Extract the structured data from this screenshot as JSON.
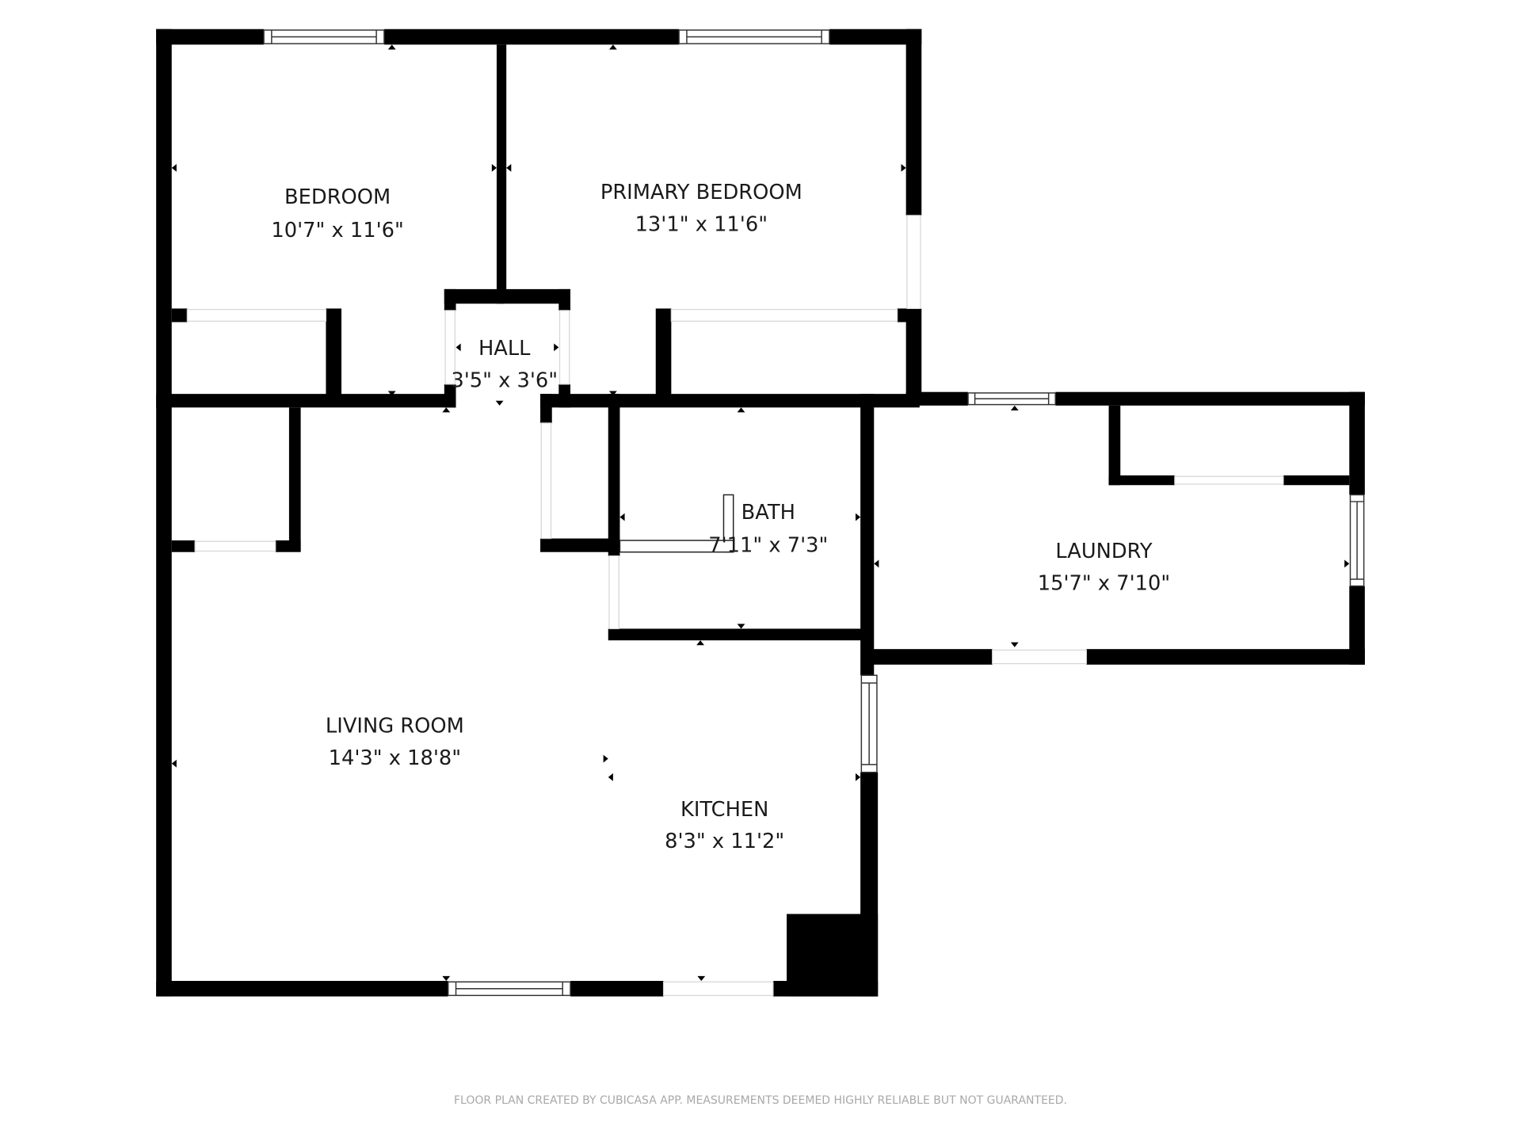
{
  "plan": {
    "colors": {
      "wall": "#000000",
      "background": "#ffffff",
      "footer_text": "#a8a8a8"
    },
    "rooms": [
      {
        "id": "bedroom",
        "name": "BEDROOM",
        "dimensions": "10'7\" x 11'6\""
      },
      {
        "id": "primary_bedroom",
        "name": "PRIMARY BEDROOM",
        "dimensions": "13'1\" x 11'6\""
      },
      {
        "id": "hall",
        "name": "HALL",
        "dimensions": "3'5\" x 3'6\""
      },
      {
        "id": "bath",
        "name": "BATH",
        "dimensions": "7'11\" x 7'3\""
      },
      {
        "id": "laundry",
        "name": "LAUNDRY",
        "dimensions": "15'7\" x 7'10\""
      },
      {
        "id": "living_room",
        "name": "LIVING ROOM",
        "dimensions": "14'3\" x 18'8\""
      },
      {
        "id": "kitchen",
        "name": "KITCHEN",
        "dimensions": "8'3\" x 11'2\""
      }
    ]
  },
  "footer": {
    "disclaimer": "FLOOR PLAN CREATED BY CUBICASA APP. MEASUREMENTS DEEMED HIGHLY RELIABLE BUT NOT GUARANTEED."
  }
}
